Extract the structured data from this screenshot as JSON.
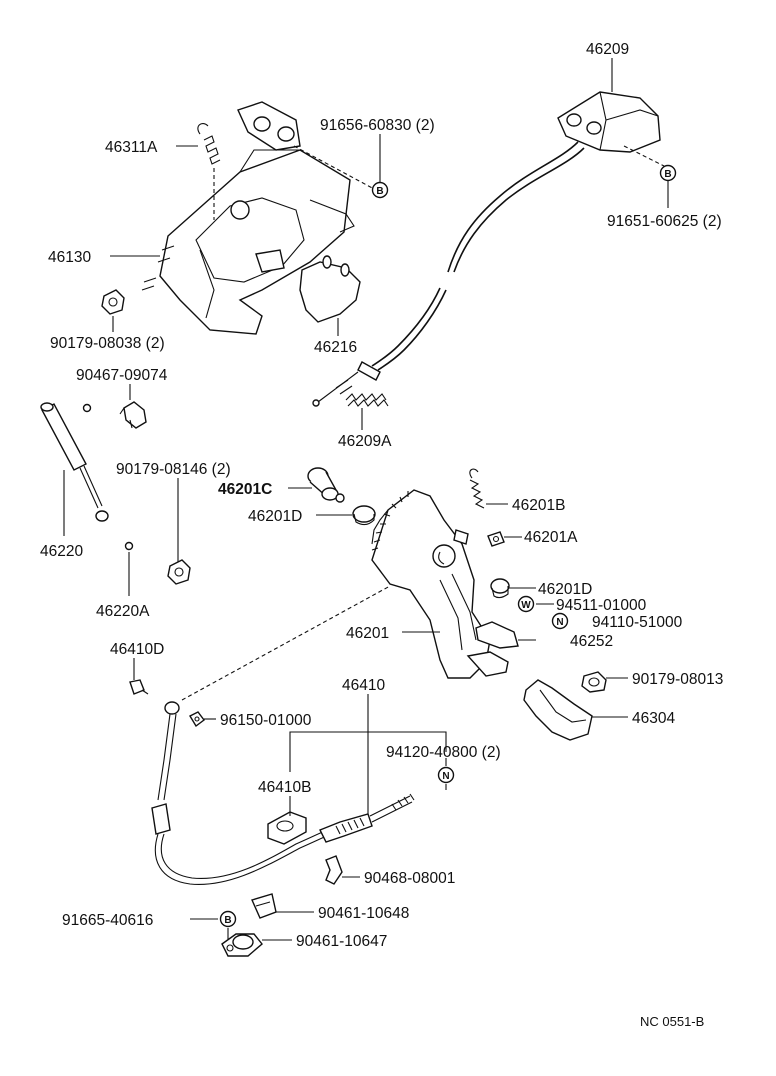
{
  "labels": {
    "p46209": "46209",
    "p91656": "91656-60830 (2)",
    "p46311A": "46311A",
    "p46130": "46130",
    "p91651": "91651-60625 (2)",
    "p90179_08038": "90179-08038 (2)",
    "p46216": "46216",
    "p90467": "90467-09074",
    "p46209A": "46209A",
    "p90179_08146": "90179-08146 (2)",
    "p46201C": "46201C",
    "p46201B": "46201B",
    "p46201D_a": "46201D",
    "p46201A": "46201A",
    "p46220": "46220",
    "p46201D_b": "46201D",
    "p94511": "94511-01000",
    "p46220A": "46220A",
    "p94110": "94110-51000",
    "p46201": "46201",
    "p46252": "46252",
    "p46410D": "46410D",
    "p90179_08013": "90179-08013",
    "p46410": "46410",
    "p46304": "46304",
    "p96150": "96150-01000",
    "p94120": "94120-40800 (2)",
    "p46410B": "46410B",
    "p90468": "90468-08001",
    "p90461_10648": "90461-10648",
    "p91665": "91665-40616",
    "p90461_10647": "90461-10647"
  },
  "symbols": {
    "b": "B",
    "n": "N",
    "w": "W"
  },
  "footer": {
    "code": "NC  0551-B"
  },
  "colors": {
    "ink": "#111111",
    "paper": "#ffffff",
    "shade": "#d8d8d8"
  }
}
